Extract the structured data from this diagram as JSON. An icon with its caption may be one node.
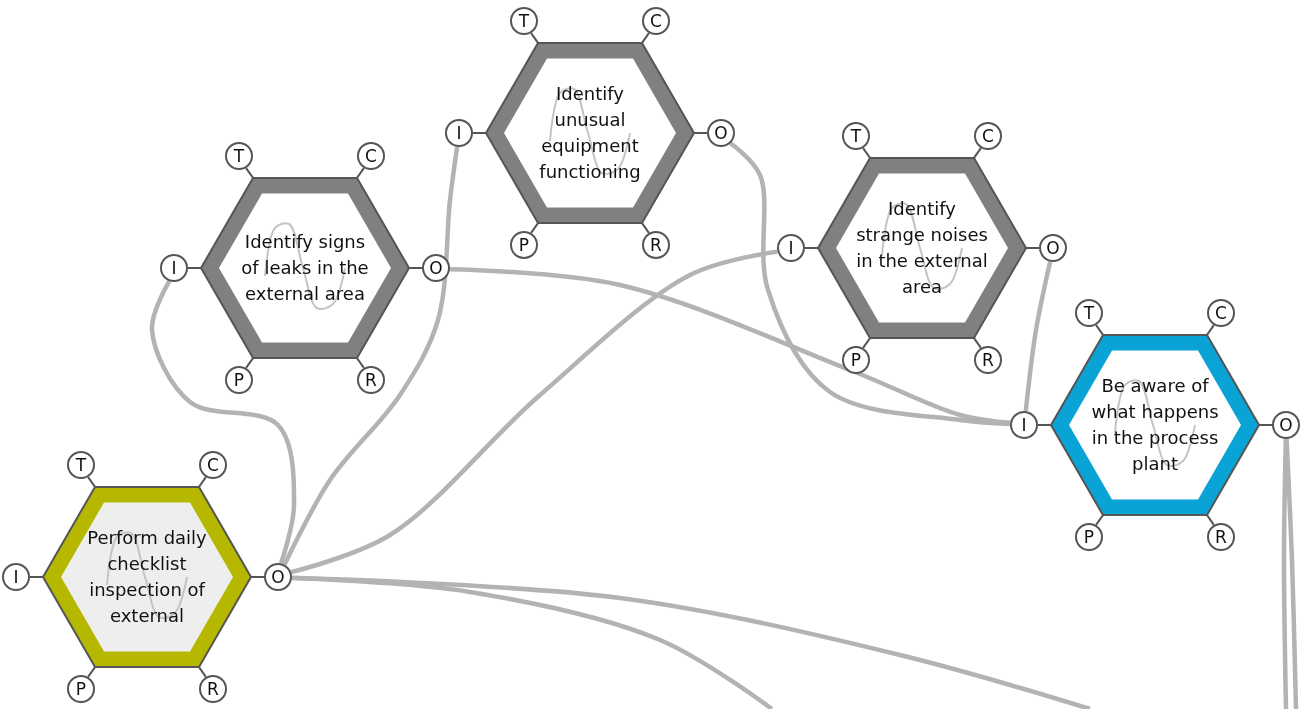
{
  "diagram": {
    "nodes": [
      {
        "text": [
          "Identify unusual equipment functioning"
        ]
      },
      {
        "text": [
          "T"
        ]
      },
      {
        "text": [
          "C"
        ]
      },
      {
        "text": [
          "I"
        ]
      },
      {
        "text": [
          "O"
        ]
      },
      {
        "text": [
          "P"
        ]
      },
      {
        "text": [
          "R"
        ]
      },
      {
        "text": [
          "Identify strange noises in the external area"
        ]
      },
      {
        "text": [
          "T"
        ]
      },
      {
        "text": [
          "C"
        ]
      },
      {
        "text": [
          "I"
        ]
      },
      {
        "text": [
          "O"
        ]
      },
      {
        "text": [
          "P"
        ]
      },
      {
        "text": [
          "R"
        ]
      },
      {
        "text": [
          "Identify signs of leaks in the external area"
        ]
      },
      {
        "text": [
          "T"
        ]
      },
      {
        "text": [
          "C"
        ]
      },
      {
        "text": [
          "I"
        ]
      },
      {
        "text": [
          "O"
        ]
      },
      {
        "text": [
          "P"
        ]
      },
      {
        "text": [
          "R"
        ]
      },
      {
        "text": [
          "Be aware of what happens in the process plant"
        ]
      },
      {
        "text": [
          "T"
        ]
      },
      {
        "text": [
          "C"
        ]
      },
      {
        "text": [
          "I"
        ]
      },
      {
        "text": [
          "O"
        ]
      },
      {
        "text": [
          "P"
        ]
      },
      {
        "text": [
          "R"
        ]
      },
      {
        "text": [
          "Perform daily checklist inspection of external"
        ]
      },
      {
        "text": [
          "T"
        ]
      },
      {
        "text": [
          "C"
        ]
      },
      {
        "text": [
          "I"
        ]
      },
      {
        "text": [
          "O"
        ]
      },
      {
        "text": [
          "P"
        ]
      },
      {
        "text": [
          "R"
        ]
      }
    ],
    "edges": [
      {
        "from": 32,
        "to": 17,
        "arrow": "none",
        "style": "thick",
        "color": "#b3b3b3"
      },
      {
        "from": 32,
        "to": 3,
        "arrow": "none",
        "style": "thick",
        "color": "#b3b3b3"
      },
      {
        "from": 32,
        "to": 10,
        "arrow": "none",
        "style": "thick",
        "color": "#b3b3b3"
      },
      {
        "from": 32,
        "to": null,
        "arrow": "none",
        "style": "thick",
        "color": "#b3b3b3"
      },
      {
        "from": 32,
        "to": null,
        "arrow": "none",
        "style": "thick",
        "color": "#b3b3b3"
      },
      {
        "from": 18,
        "to": 24,
        "arrow": "none",
        "style": "thick",
        "color": "#b3b3b3"
      },
      {
        "from": 4,
        "to": 24,
        "arrow": "none",
        "style": "thick",
        "color": "#b3b3b3"
      },
      {
        "from": 11,
        "to": 24,
        "arrow": "none",
        "style": "thick",
        "color": "#b3b3b3"
      },
      {
        "from": 25,
        "to": null,
        "arrow": "none",
        "style": "thick",
        "color": "#b3b3b3"
      },
      {
        "from": 25,
        "to": null,
        "arrow": "none",
        "style": "thick",
        "color": "#b3b3b3"
      },
      {
        "from": 1,
        "to": 0,
        "arrow": "none"
      },
      {
        "from": 2,
        "to": 0,
        "arrow": "none"
      },
      {
        "from": 3,
        "to": 0,
        "arrow": "none"
      },
      {
        "from": 4,
        "to": 0,
        "arrow": "none"
      },
      {
        "from": 5,
        "to": 0,
        "arrow": "none"
      },
      {
        "from": 6,
        "to": 0,
        "arrow": "none"
      },
      {
        "from": 8,
        "to": 7,
        "arrow": "none"
      },
      {
        "from": 9,
        "to": 7,
        "arrow": "none"
      },
      {
        "from": 10,
        "to": 7,
        "arrow": "none"
      },
      {
        "from": 11,
        "to": 7,
        "arrow": "none"
      },
      {
        "from": 12,
        "to": 7,
        "arrow": "none"
      },
      {
        "from": 13,
        "to": 7,
        "arrow": "none"
      },
      {
        "from": 15,
        "to": 14,
        "arrow": "none"
      },
      {
        "from": 16,
        "to": 14,
        "arrow": "none"
      },
      {
        "from": 17,
        "to": 14,
        "arrow": "none"
      },
      {
        "from": 18,
        "to": 14,
        "arrow": "none"
      },
      {
        "from": 19,
        "to": 14,
        "arrow": "none"
      },
      {
        "from": 20,
        "to": 14,
        "arrow": "none"
      },
      {
        "from": 22,
        "to": 21,
        "arrow": "none"
      },
      {
        "from": 23,
        "to": 21,
        "arrow": "none"
      },
      {
        "from": 24,
        "to": 21,
        "arrow": "none"
      },
      {
        "from": 25,
        "to": 21,
        "arrow": "none"
      },
      {
        "from": 26,
        "to": 21,
        "arrow": "none"
      },
      {
        "from": 27,
        "to": 21,
        "arrow": "none"
      },
      {
        "from": 29,
        "to": 28,
        "arrow": "none"
      },
      {
        "from": 30,
        "to": 28,
        "arrow": "none"
      },
      {
        "from": 31,
        "to": 28,
        "arrow": "none"
      },
      {
        "from": 32,
        "to": 28,
        "arrow": "none"
      },
      {
        "from": 33,
        "to": 28,
        "arrow": "none"
      },
      {
        "from": 34,
        "to": 28,
        "arrow": "none"
      }
    ]
  }
}
